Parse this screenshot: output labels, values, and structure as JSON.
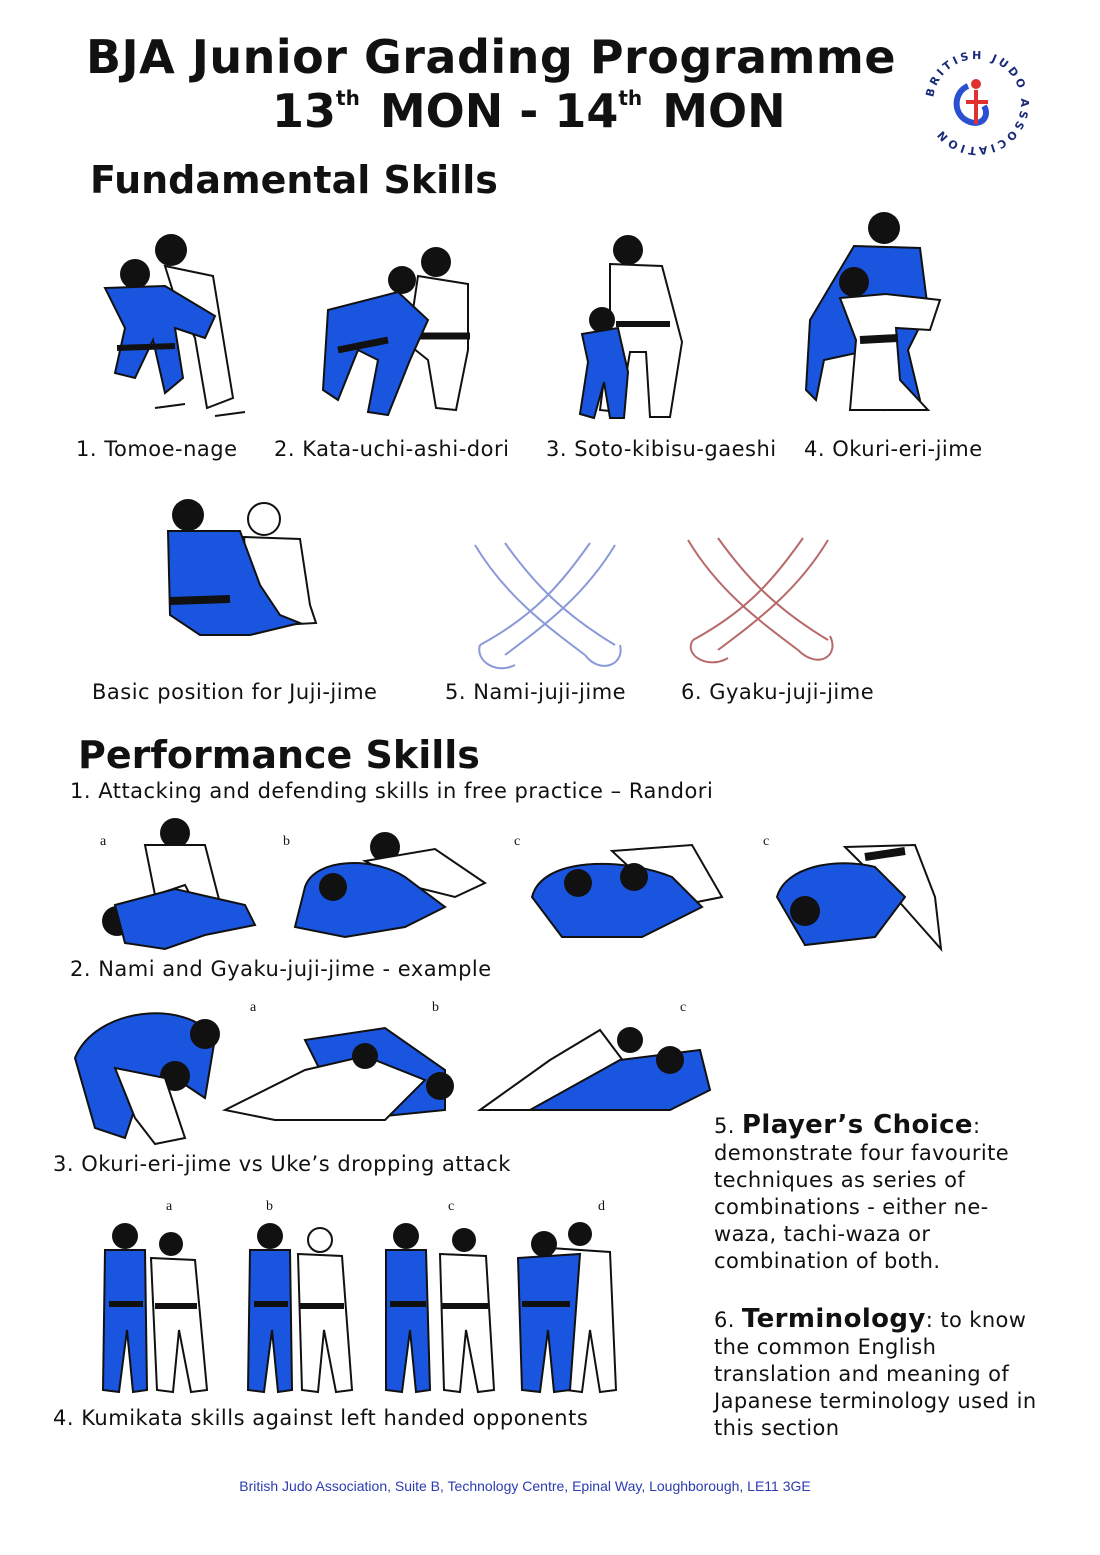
{
  "header": {
    "title_line1": "BJA Junior Grading Programme",
    "t13": "13",
    "sup1": "th",
    "mid": "MON - 14",
    "sup2": "th",
    "mon2": "MON",
    "logo_text": "BRITISH JUDO ASSOCIATION"
  },
  "fundamental": {
    "heading": "Fundamental Skills",
    "techniques": [
      "1. Tomoe-nage",
      "2. Kata-uchi-ashi-dori",
      "3. Soto-kibisu-gaeshi",
      "4. Okuri-eri-jime"
    ],
    "row2": [
      "Basic position for Juji-jime",
      "5. Nami-juji-jime",
      "6. Gyaku-juji-jime"
    ]
  },
  "performance": {
    "heading": "Performance Skills",
    "item1": "1. Attacking and defending skills in free practice – Randori",
    "item1_labels": [
      "a",
      "b",
      "c",
      "c"
    ],
    "item2": "2. Nami and Gyaku-juji-jime - example",
    "item2_labels": [
      "a",
      "b",
      "c"
    ],
    "item3": "3. Okuri-eri-jime vs Uke’s dropping attack",
    "item3_labels": [
      "a",
      "b",
      "c",
      "d"
    ],
    "item4": "4. Kumikata skills against left handed opponents",
    "item5_num": "5.",
    "item5_title": "Player’s Choice",
    "item5_text": "demonstrate four favourite techniques as series of combinations - either ne-waza, tachi-waza or combination of both.",
    "item6_num": "6.",
    "item6_title": "Terminology",
    "item6_text": ": to know the common English translation and meaning of Japanese terminology used in this section"
  },
  "footer": "British Judo Association, Suite B, Technology Centre, Epinal Way, Loughborough, LE11 3GE",
  "colors": {
    "blue_gi": "#1a55e0",
    "footer_text": "#2b3bb0",
    "sketch_blue": "#8a9ad8",
    "sketch_red": "#b86a6a"
  }
}
